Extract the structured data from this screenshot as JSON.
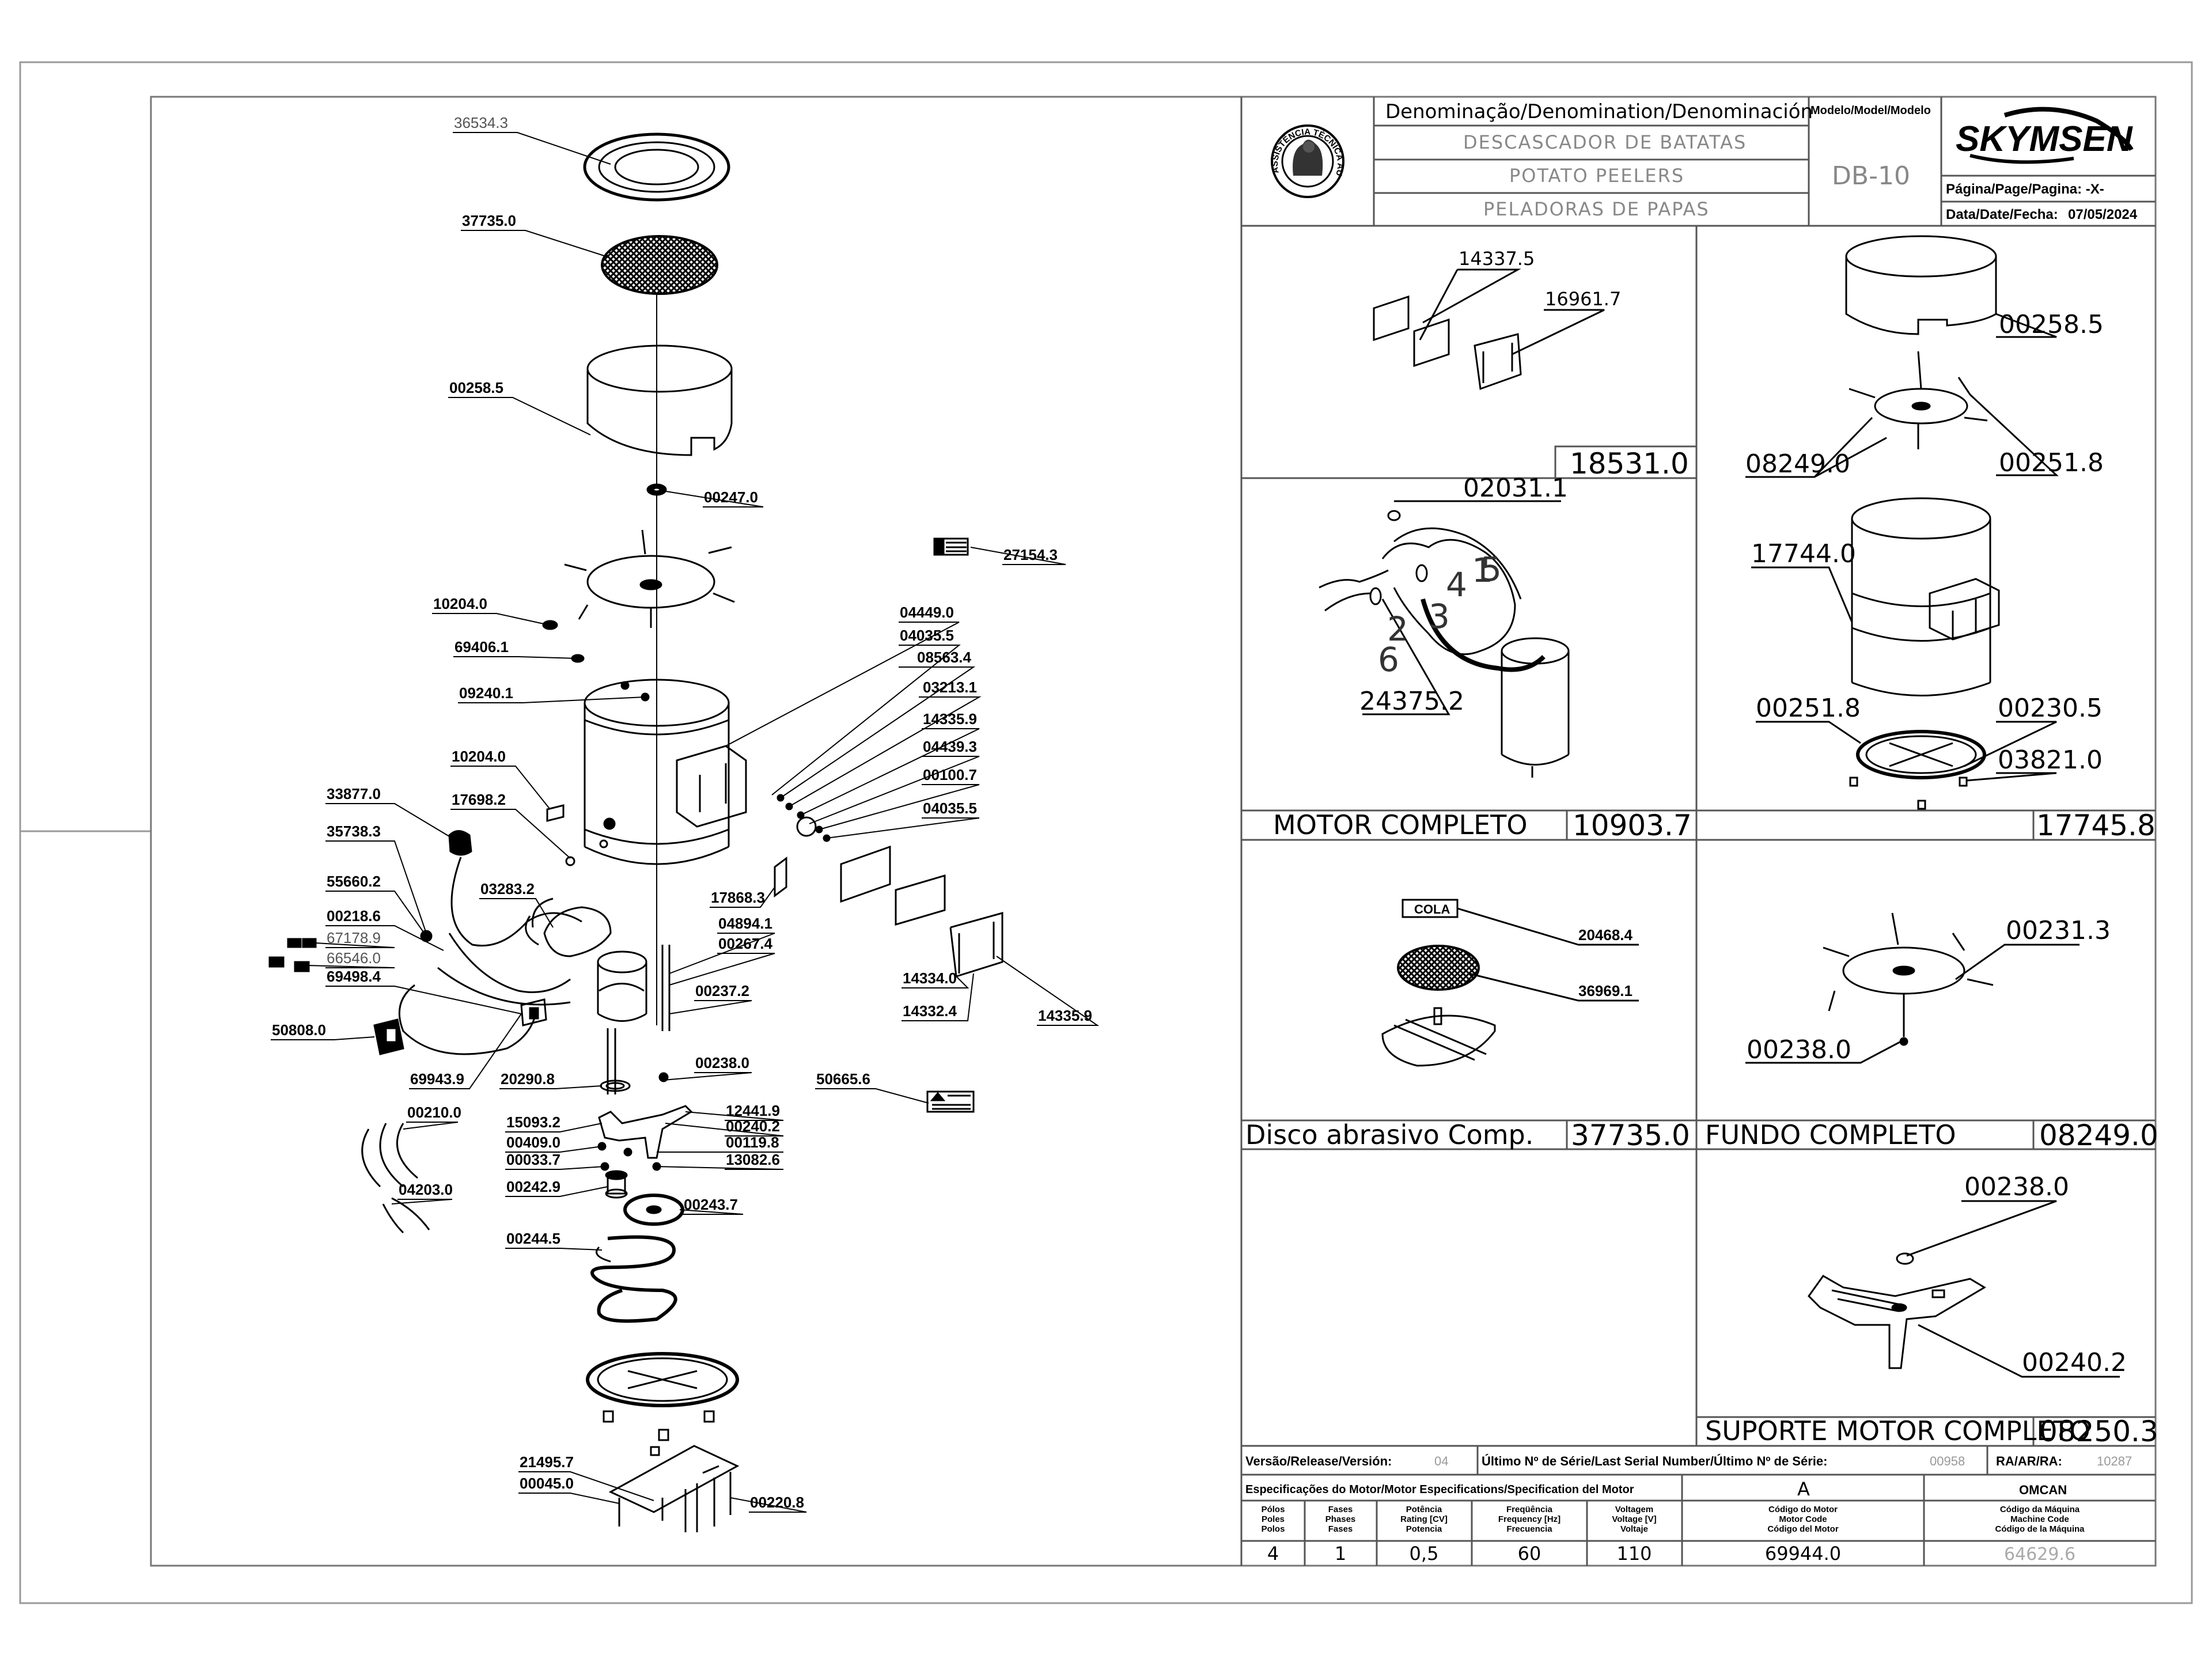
{
  "title_block": {
    "denomination_header": "Denominação/Denomination/Denominación",
    "name_pt": "DESCASCADOR DE BATATAS",
    "name_en": "POTATO PEELERS",
    "name_es": "PELADORAS DE PAPAS",
    "model_header": "Modelo/Model/Modelo",
    "model": "DB-10",
    "brand": "SKYMSEN",
    "page_label": "Página/Page/Pagina: -X-",
    "date_label": "Data/Date/Fecha:",
    "date": "07/05/2024",
    "stamp_text": "ASSISTÊNCIA TÉCNICA AUTORIZADA"
  },
  "main_parts": [
    "36534.3",
    "37735.0",
    "00258.5",
    "00247.0",
    "27154.3",
    "10204.0",
    "69406.1",
    "09240.1",
    "04449.0",
    "04035.5",
    "08563.4",
    "03213.1",
    "14335.9",
    "04439.3",
    "00100.7",
    "04035.5",
    "10204.0",
    "33877.0",
    "17698.2",
    "35738.3",
    "55660.2",
    "03283.2",
    "00218.6",
    "67178.9",
    "66546.0",
    "69498.4",
    "17868.3",
    "04894.1",
    "00267.4",
    "14334.0",
    "14332.4",
    "14335.9",
    "00237.2",
    "50808.0",
    "69943.9",
    "00238.0",
    "50665.6",
    "20290.8",
    "12441.9",
    "00240.2",
    "15093.2",
    "00119.8",
    "00409.0",
    "13082.6",
    "00033.7",
    "00242.9",
    "00243.7",
    "00210.0",
    "04203.0",
    "00244.5",
    "21495.7",
    "00045.0",
    "00220.8"
  ],
  "panels": {
    "p1": {
      "parts": [
        "14337.5",
        "16961.7"
      ],
      "code": "18531.0"
    },
    "p2": {
      "parts": [
        "00258.5",
        "08249.0",
        "00251.8",
        "17744.0",
        "00251.8",
        "00230.5",
        "03821.0"
      ],
      "code": "17745.8"
    },
    "p3": {
      "parts": [
        "02031.1",
        "24375.2"
      ],
      "wire_numbers": [
        "1",
        "5",
        "4",
        "3",
        "2",
        "6"
      ],
      "title": "MOTOR COMPLETO",
      "code": "10903.7"
    },
    "p4": {
      "cola_label": "COLA",
      "parts": [
        "20468.4",
        "36969.1"
      ],
      "title": "Disco abrasivo Comp.",
      "code": "37735.0"
    },
    "p5": {
      "parts": [
        "00231.3",
        "00238.0"
      ],
      "title": "FUNDO COMPLETO",
      "code": "08249.0"
    },
    "p6": {
      "parts": [
        "00238.0",
        "00240.2"
      ],
      "title": "SUPORTE MOTOR COMPLETO",
      "code": "08250.3"
    }
  },
  "release_row": {
    "version_label": "Versão/Release/Versión:",
    "version": "04",
    "serial_label": "Último Nº de Série/Last Serial Number/Último Nº de Série:",
    "serial": "00958",
    "ra_label": "RA/AR/RA:",
    "ra": "10287"
  },
  "motor_spec": {
    "header": "Especificações do Motor/Motor Especifications/Specification del Motor",
    "motor_letter": "A",
    "manufacturer": "OMCAN",
    "columns": [
      {
        "label": "Pólos\nPoles\nPolos",
        "value": "4"
      },
      {
        "label": "Fases\nPhases\nFases",
        "value": "1"
      },
      {
        "label": "Potência\nRating [CV]\nPotencia",
        "value": "0,5"
      },
      {
        "label": "Freqüência\nFrequency [Hz]\nFrecuencia",
        "value": "60"
      },
      {
        "label": "Voltagem\nVoltage [V]\nVoltaje",
        "value": "110"
      },
      {
        "label": "Código do Motor\nMotor Code\nCódigo del Motor",
        "value": "69944.0"
      },
      {
        "label": "Código da Máquina\nMachine Code\nCódigo de la Máquina",
        "value": "64629.6"
      }
    ]
  }
}
